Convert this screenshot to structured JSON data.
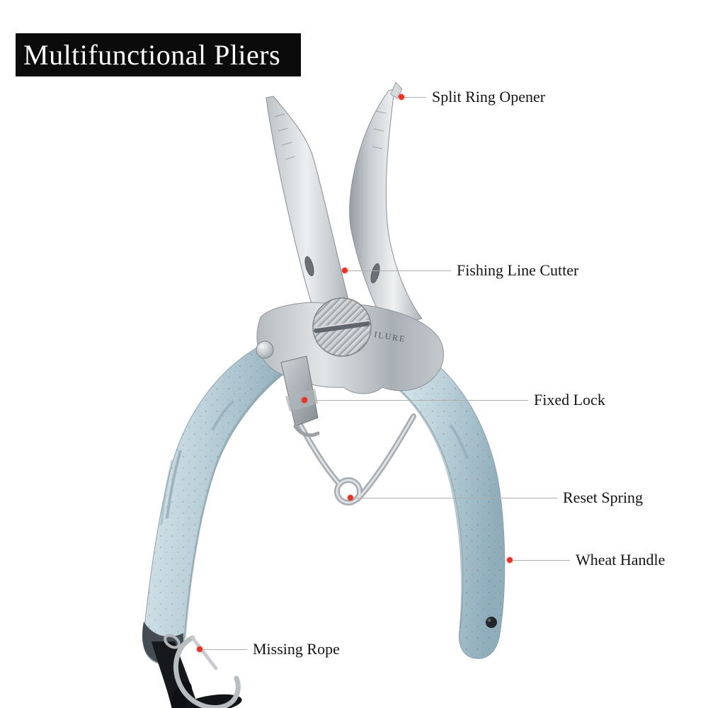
{
  "banner": {
    "title": "Multifunctional Pliers"
  },
  "callouts": [
    {
      "id": "split-ring-opener",
      "text": "Split Ring Opener"
    },
    {
      "id": "fishing-line-cutter",
      "text": "Fishing Line Cutter"
    },
    {
      "id": "fixed-lock",
      "text": "Fixed Lock"
    },
    {
      "id": "reset-spring",
      "text": "Reset Spring"
    },
    {
      "id": "wheat-handle",
      "text": "Wheat Handle"
    },
    {
      "id": "missing-rope",
      "text": "Missing Rope"
    }
  ],
  "pliers": {
    "brand_text": "ILURE"
  },
  "colors": {
    "accent_red": "#e63326",
    "banner_bg": "#0b0b0b",
    "handle_blue": "#b6cdd7",
    "steel": "#c6cbd0",
    "callout_line": "#aeaeae",
    "background": "#ffffff"
  }
}
